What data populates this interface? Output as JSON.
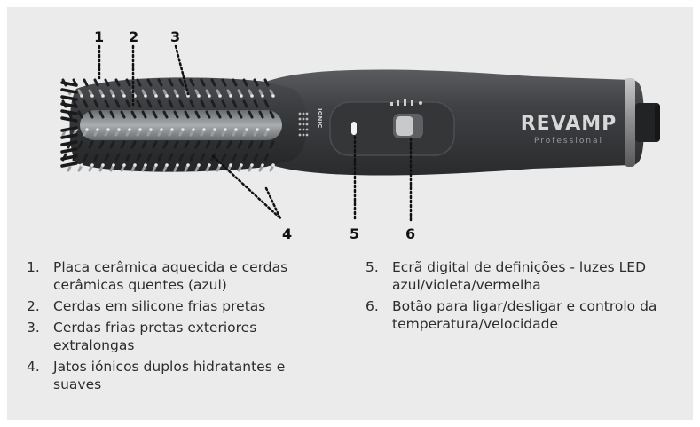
{
  "callouts": [
    "1",
    "2",
    "3",
    "4",
    "5",
    "6"
  ],
  "device": {
    "brand": "REVAMP",
    "brand_sub": "Professional",
    "ionic_label": "IONIC"
  },
  "legend": {
    "left": [
      {
        "num": "1.",
        "text": "Placa cerâmica aquecida e cerdas cerâmicas quentes (azul)"
      },
      {
        "num": "2.",
        "text": "Cerdas em silicone frias pretas"
      },
      {
        "num": "3.",
        "text": "Cerdas frias pretas exteriores extralongas"
      },
      {
        "num": "4.",
        "text": "Jatos iónicos duplos hidratantes e suaves"
      }
    ],
    "right": [
      {
        "num": "5.",
        "text": "Ecrã digital de definições - luzes LED azul/violeta/vermelha"
      },
      {
        "num": "6.",
        "text": "Botão para ligar/desligar e controlo da temperatura/velocidade"
      }
    ]
  }
}
